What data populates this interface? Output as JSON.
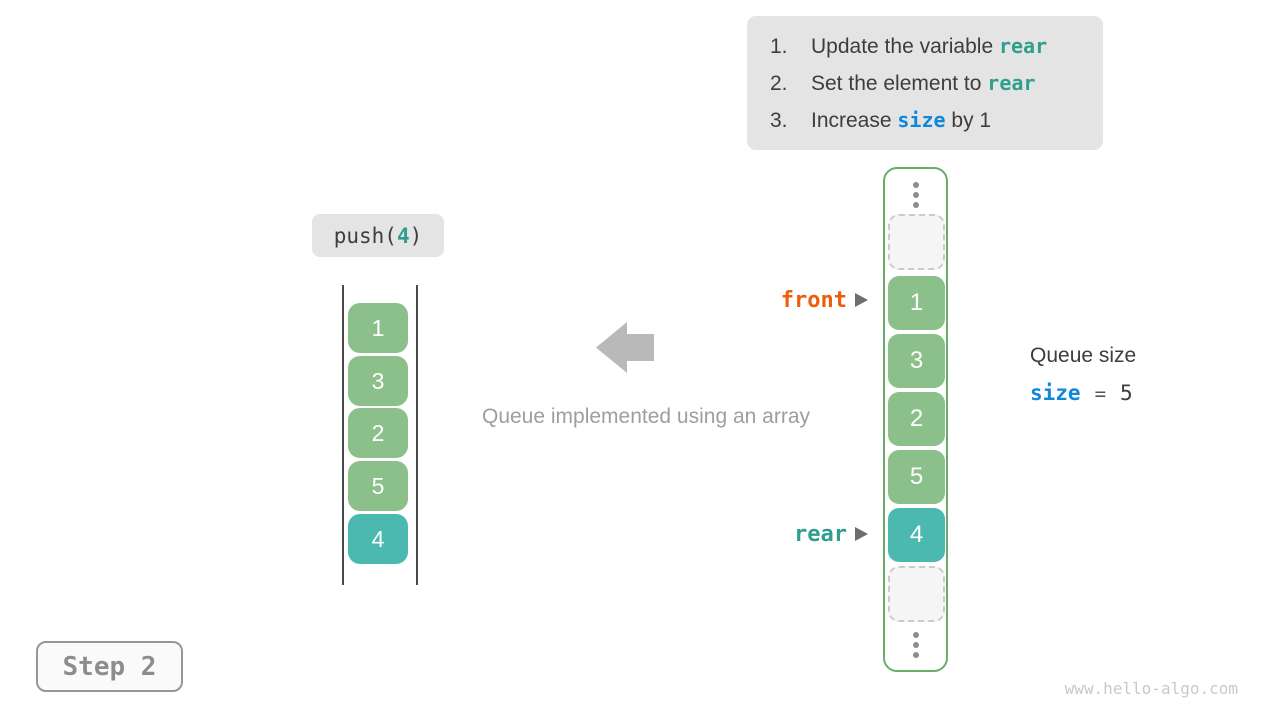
{
  "colors": {
    "box-bg": "#e4e4e4",
    "text-dark": "#3d3d3d",
    "text-gray": "#9e9e9e",
    "code-teal": "#2f9e8e",
    "code-blue": "#0f87db",
    "code-orange": "#ee5e0d",
    "green-cell": "#8bc08a",
    "teal-cell": "#4cb9b1",
    "container-border": "#69ad69",
    "line-gray": "#4a4a4a",
    "dot-gray": "#8c8c8c",
    "dashed-bg": "#f5f5f5",
    "dashed-border": "#cbcbcb",
    "arrow-gray": "#b9b9b9",
    "pointer-gray": "#6e6e6e",
    "step-gray": "#8d8d8d",
    "step-border": "#979797",
    "watermark-gray": "#c9c9c9"
  },
  "instructions": [
    {
      "num": "1.",
      "pre": "Update the variable ",
      "code": "rear",
      "post": ""
    },
    {
      "num": "2.",
      "pre": "Set the element to ",
      "code": "rear",
      "post": ""
    },
    {
      "num": "3.",
      "pre": "Increase ",
      "code": "size",
      "post": " by 1"
    }
  ],
  "push_label": {
    "fn": "push(",
    "arg": "4",
    "close": ")"
  },
  "left_queue": {
    "values": [
      "1",
      "3",
      "2",
      "5",
      "4"
    ],
    "highlight_value": "4"
  },
  "caption": "Queue implemented using an array",
  "right_array": {
    "values": [
      "1",
      "3",
      "2",
      "5",
      "4"
    ],
    "highlight_value": "4"
  },
  "pointers": {
    "front": "front",
    "rear": "rear"
  },
  "queue_size": {
    "label": "Queue size",
    "code": "size",
    "operator": "=",
    "value": "5"
  },
  "step_label": "Step 2",
  "watermark": "www.hello-algo.com"
}
